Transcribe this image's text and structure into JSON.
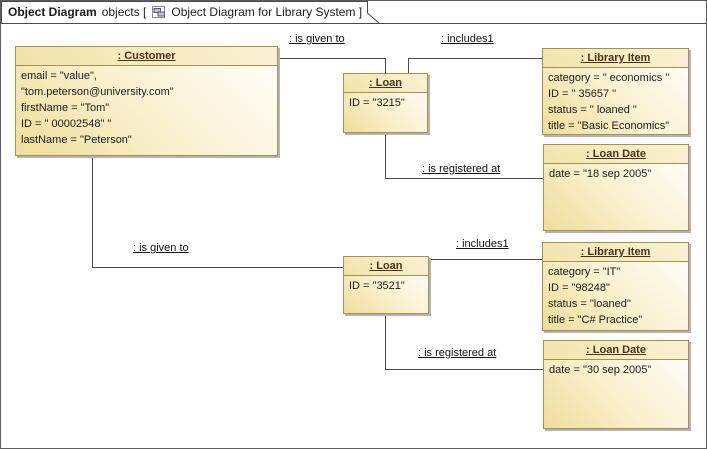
{
  "header": {
    "diagram_type": "Object Diagram",
    "diagram_context": "objects [",
    "diagram_name": "Object Diagram for Library System ]"
  },
  "colors": {
    "box_border": "#a09253",
    "box_fill_start": "#f0dd9b",
    "box_fill_end": "#ffffff",
    "box_shadow": "#b4b4b4",
    "title_text": "#4a3318",
    "wire": "#4a4a4a",
    "frame_border": "#5e5e5e"
  },
  "objects": [
    {
      "title": ": Customer",
      "attributes": [
        "email = \"value\",",
        "\"tom.peterson@university.com\"",
        "firstName = \"Tom\"",
        "ID = \" 00002548\" \"",
        "lastName = \"Peterson\""
      ]
    },
    {
      "title": ": Loan",
      "attributes": [
        "ID = \"3215\""
      ]
    },
    {
      "title": ": Library Item",
      "attributes": [
        "category = \" economics \"",
        "ID = \" 35657 \"",
        "status = \" loaned \"",
        "title = \"Basic Economics\""
      ]
    },
    {
      "title": ": Loan Date",
      "attributes": [
        "date = \"18 sep 2005\""
      ]
    },
    {
      "title": ": Loan",
      "attributes": [
        "ID = \"3521\""
      ]
    },
    {
      "title": ": Library Item",
      "attributes": [
        "category = \"IT\"",
        "ID = \"98248\"",
        "status = \"loaned\"",
        "title = \"C# Practice\""
      ]
    },
    {
      "title": ": Loan Date",
      "attributes": [
        "date = \"30 sep 2005\""
      ]
    }
  ],
  "links": [
    {
      "label": ": is given to"
    },
    {
      "label": ": includes1"
    },
    {
      "label": ": is registered at"
    },
    {
      "label": ": is given to"
    },
    {
      "label": ": includes1"
    },
    {
      "label": ": is registered at"
    }
  ]
}
